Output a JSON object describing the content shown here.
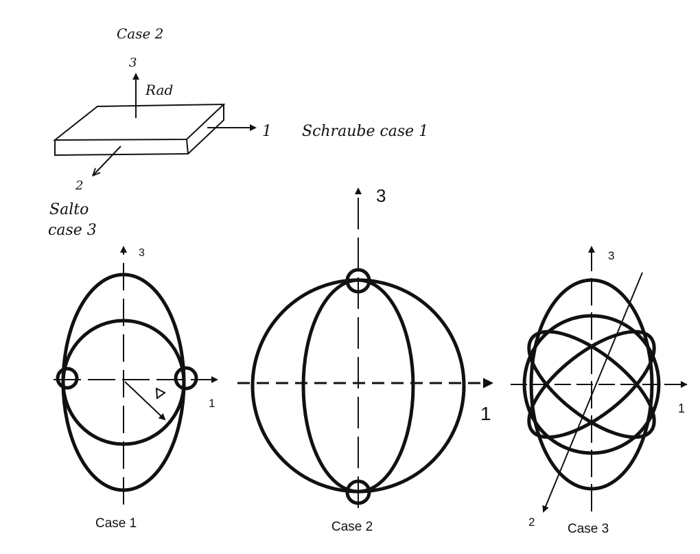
{
  "sketch": {
    "label_case2": "Case 2",
    "axis3_num": "3",
    "axis3_word": "Rad",
    "axis1_num": "1",
    "axis1_word": "Schraube case 1",
    "axis2_num": "2",
    "axis2_word": "Salto",
    "axis2_case": "case 3"
  },
  "case1": {
    "caption": "Case 1",
    "axis_v": "3",
    "axis_h": "1"
  },
  "case2": {
    "caption": "Case 2",
    "axis_v": "3",
    "axis_h": "1"
  },
  "case3": {
    "caption": "Case 3",
    "axis_v": "3",
    "axis_h": "1",
    "axis_d": "2"
  }
}
